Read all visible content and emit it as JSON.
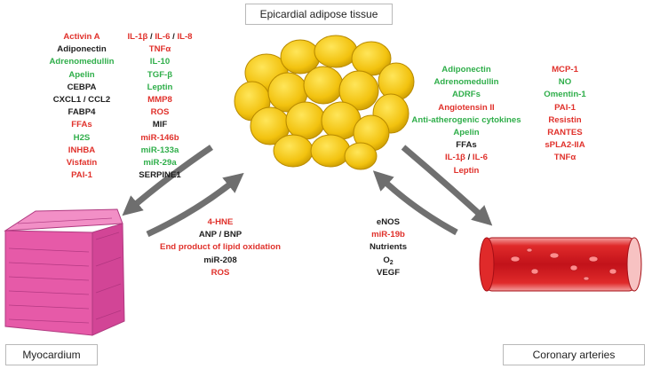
{
  "labels": {
    "eat": "Epicardial adipose tissue",
    "myocardium": "Myocardium",
    "coronary": "Coronary arteries"
  },
  "eat_to_myo": {
    "col1": [
      {
        "parts": [
          {
            "t": "Activin A",
            "c": "r"
          }
        ]
      },
      {
        "parts": [
          {
            "t": "Adiponectin",
            "c": "k"
          }
        ]
      },
      {
        "parts": [
          {
            "t": "Adrenomedullin",
            "c": "g"
          }
        ]
      },
      {
        "parts": [
          {
            "t": "Apelin",
            "c": "g"
          }
        ]
      },
      {
        "parts": [
          {
            "t": "CEBPA",
            "c": "k"
          }
        ]
      },
      {
        "parts": [
          {
            "t": "CXCL1 / CCL2",
            "c": "k"
          }
        ]
      },
      {
        "parts": [
          {
            "t": "FABP4",
            "c": "k"
          }
        ]
      },
      {
        "parts": [
          {
            "t": "FFAs",
            "c": "r"
          }
        ]
      },
      {
        "parts": [
          {
            "t": "H2S",
            "c": "g"
          }
        ]
      },
      {
        "parts": [
          {
            "t": "INHBA",
            "c": "r"
          }
        ]
      },
      {
        "parts": [
          {
            "t": "Visfatin",
            "c": "r"
          }
        ]
      },
      {
        "parts": [
          {
            "t": "PAI-1",
            "c": "r"
          }
        ]
      }
    ],
    "col2": [
      {
        "parts": [
          {
            "t": "IL-1β",
            "c": "r"
          },
          {
            "t": " / ",
            "c": "k"
          },
          {
            "t": "IL-6",
            "c": "r"
          },
          {
            "t": " / ",
            "c": "k"
          },
          {
            "t": "IL-8",
            "c": "r"
          }
        ]
      },
      {
        "parts": [
          {
            "t": "TNFα",
            "c": "r"
          }
        ]
      },
      {
        "parts": [
          {
            "t": "IL-10",
            "c": "g"
          }
        ]
      },
      {
        "parts": [
          {
            "t": "TGF-β",
            "c": "g"
          }
        ]
      },
      {
        "parts": [
          {
            "t": "Leptin",
            "c": "g"
          }
        ]
      },
      {
        "parts": [
          {
            "t": "MMP8",
            "c": "r"
          }
        ]
      },
      {
        "parts": [
          {
            "t": "ROS",
            "c": "r"
          }
        ]
      },
      {
        "parts": [
          {
            "t": "MIF",
            "c": "k"
          }
        ]
      },
      {
        "parts": [
          {
            "t": "miR-146b",
            "c": "r"
          }
        ]
      },
      {
        "parts": [
          {
            "t": "miR-133a",
            "c": "g"
          }
        ]
      },
      {
        "parts": [
          {
            "t": "miR-29a",
            "c": "g"
          }
        ]
      },
      {
        "parts": [
          {
            "t": "SERPINE1",
            "c": "k"
          }
        ]
      }
    ]
  },
  "eat_to_cor": {
    "col1": [
      {
        "parts": [
          {
            "t": "Adiponectin",
            "c": "g"
          }
        ]
      },
      {
        "parts": [
          {
            "t": "Adrenomedullin",
            "c": "g"
          }
        ]
      },
      {
        "parts": [
          {
            "t": "ADRFs",
            "c": "g"
          }
        ]
      },
      {
        "parts": [
          {
            "t": "Angiotensin II",
            "c": "r"
          }
        ]
      },
      {
        "parts": [
          {
            "t": "Anti-atherogenic cytokines",
            "c": "g"
          }
        ]
      },
      {
        "parts": [
          {
            "t": "Apelin",
            "c": "g"
          }
        ]
      },
      {
        "parts": [
          {
            "t": "FFAs",
            "c": "k"
          }
        ]
      },
      {
        "parts": [
          {
            "t": "IL-1β",
            "c": "r"
          },
          {
            "t": " / ",
            "c": "k"
          },
          {
            "t": "IL-6",
            "c": "r"
          }
        ]
      },
      {
        "parts": [
          {
            "t": "Leptin",
            "c": "r"
          }
        ]
      }
    ],
    "col2": [
      {
        "parts": [
          {
            "t": "MCP-1",
            "c": "r"
          }
        ]
      },
      {
        "parts": [
          {
            "t": "NO",
            "c": "g"
          }
        ]
      },
      {
        "parts": [
          {
            "t": "Omentin-1",
            "c": "g"
          }
        ]
      },
      {
        "parts": [
          {
            "t": "PAI-1",
            "c": "r"
          }
        ]
      },
      {
        "parts": [
          {
            "t": "Resistin",
            "c": "r"
          }
        ]
      },
      {
        "parts": [
          {
            "t": "RANTES",
            "c": "r"
          }
        ]
      },
      {
        "parts": [
          {
            "t": "sPLA2-IIA",
            "c": "r"
          }
        ]
      },
      {
        "parts": [
          {
            "t": "TNFα",
            "c": "r"
          }
        ]
      }
    ]
  },
  "myo_to_eat": [
    {
      "parts": [
        {
          "t": "4-HNE",
          "c": "r"
        }
      ]
    },
    {
      "parts": [
        {
          "t": "ANP / BNP",
          "c": "k"
        }
      ]
    },
    {
      "parts": [
        {
          "t": "End product of lipid oxidation",
          "c": "r"
        }
      ]
    },
    {
      "parts": [
        {
          "t": "miR-208",
          "c": "k"
        }
      ]
    },
    {
      "parts": [
        {
          "t": "ROS",
          "c": "r"
        }
      ]
    }
  ],
  "cor_to_eat": [
    {
      "parts": [
        {
          "t": "eNOS",
          "c": "k"
        }
      ]
    },
    {
      "parts": [
        {
          "t": "miR-19b",
          "c": "r"
        }
      ]
    },
    {
      "parts": [
        {
          "t": "Nutrients",
          "c": "k"
        }
      ]
    },
    {
      "parts": [
        {
          "t": "O",
          "c": "k"
        },
        {
          "t": "2",
          "c": "k",
          "sub": true
        }
      ]
    },
    {
      "parts": [
        {
          "t": "VEGF",
          "c": "k"
        }
      ]
    }
  ],
  "colors": {
    "red": "#e0312b",
    "green": "#2fae4a",
    "black": "#1e1e1e",
    "fat": "#f2c20f",
    "arrow": "#707070",
    "myo": "#e65aa8",
    "vessel": "#d41c24"
  }
}
